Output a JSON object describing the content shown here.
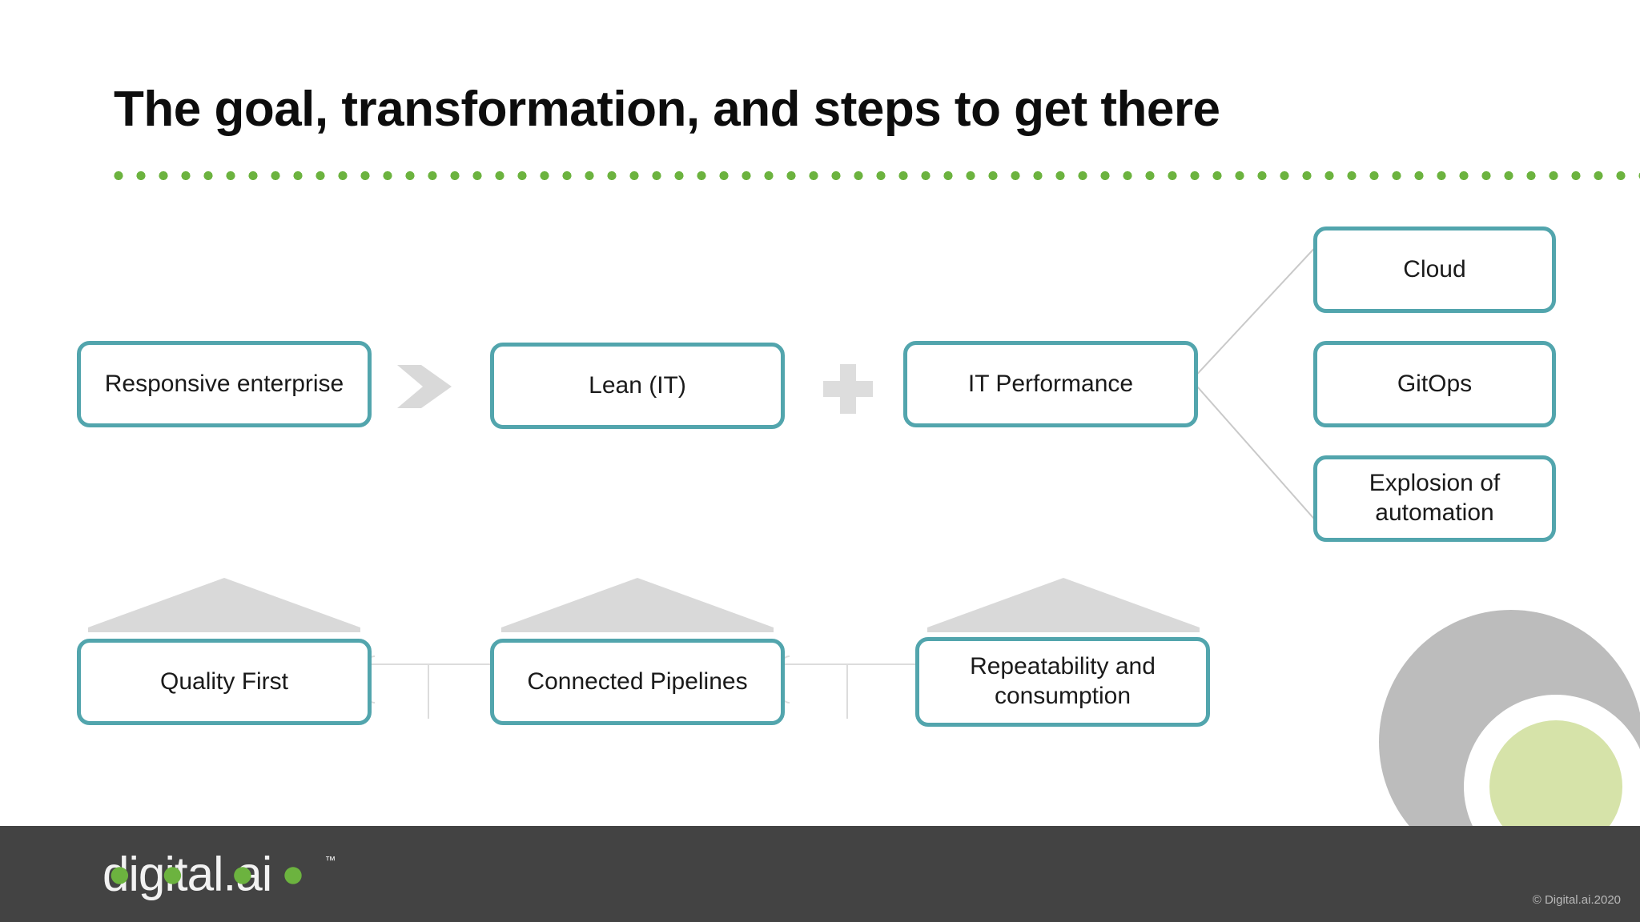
{
  "slide": {
    "title": "The goal, transformation, and steps to get there",
    "background_color": "#ffffff",
    "accent_green": "#6cb33f",
    "accent_teal": "#52a5ad",
    "grey_shape": "#d9d9d9",
    "footer_color": "#434343"
  },
  "flow": {
    "row1": [
      {
        "id": "responsive-enterprise",
        "label": "Responsive enterprise"
      },
      {
        "id": "lean-it",
        "label": "Lean (IT)"
      },
      {
        "id": "it-performance",
        "label": "IT Performance"
      }
    ],
    "connectors_row1": [
      {
        "id": "arrow",
        "icon": "chevron-right-icon"
      },
      {
        "id": "plus",
        "icon": "plus-icon"
      }
    ],
    "drivers": [
      {
        "id": "cloud",
        "label": "Cloud"
      },
      {
        "id": "gitops",
        "label": "GitOps"
      },
      {
        "id": "explosion-of-automation",
        "label": "Explosion of automation"
      }
    ],
    "row2": [
      {
        "id": "quality-first",
        "label": "Quality First"
      },
      {
        "id": "connected-pipelines",
        "label": "Connected Pipelines"
      },
      {
        "id": "repeatability-and-consumption",
        "label": "Repeatability and consumption"
      }
    ]
  },
  "footer": {
    "logo_text": "digital.ai",
    "logo_trademark": "™",
    "copyright": "© Digital.ai.2020"
  }
}
